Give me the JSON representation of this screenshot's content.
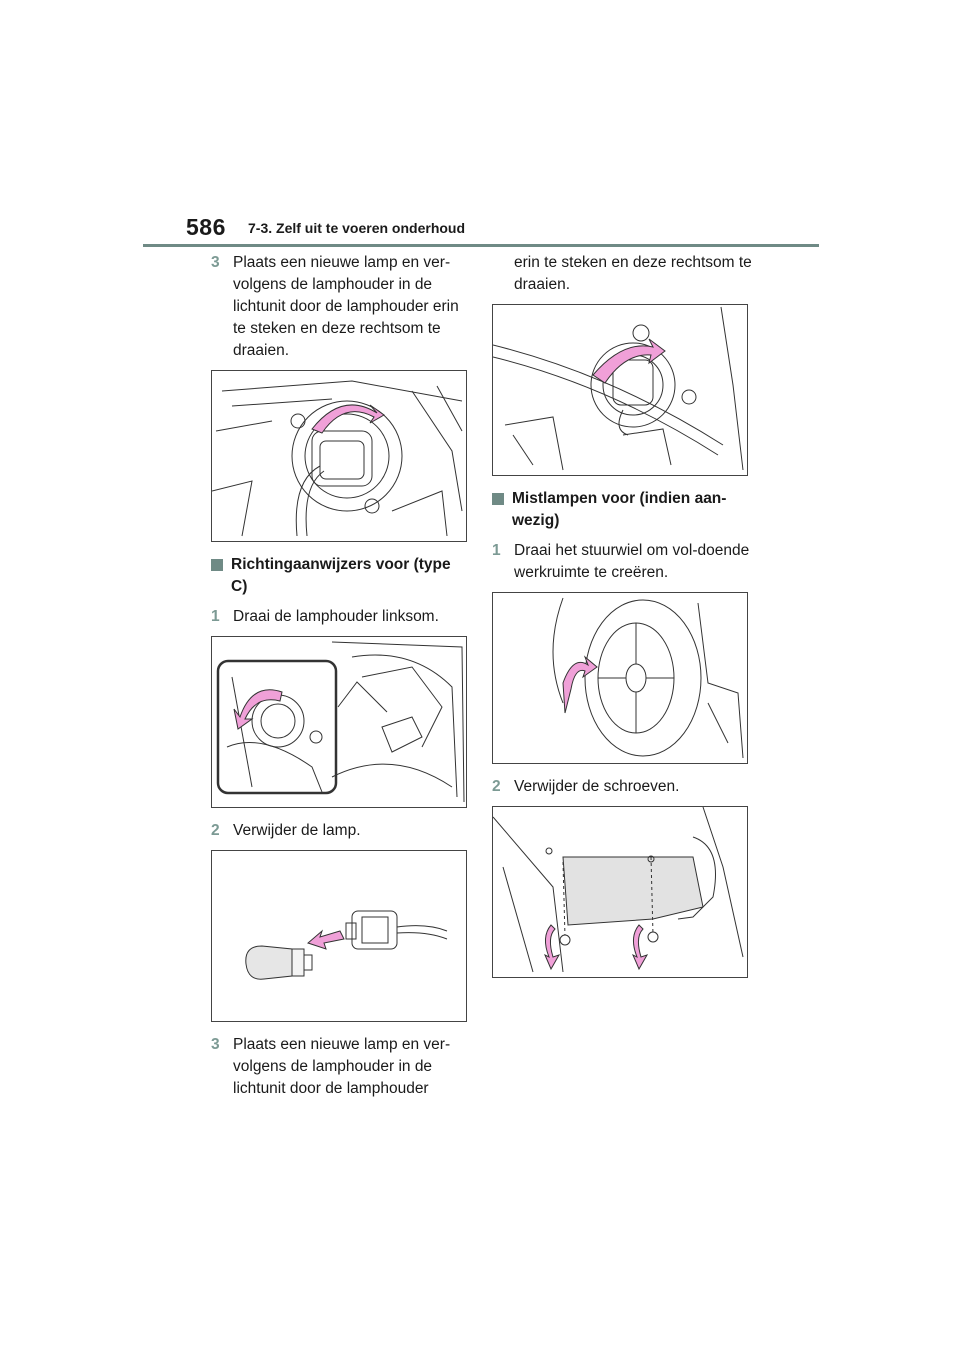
{
  "header": {
    "page_number": "586",
    "section_title": "7-3. Zelf uit te voeren onderhoud"
  },
  "left_column": {
    "step_a": {
      "number": "3",
      "text": "Plaats een nieuwe lamp en ver-volgens de lamphouder in de lichtunit door de lamphouder erin te steken en deze rechtsom te draaien."
    },
    "heading_b": "Richtingaanwijzers voor (type C)",
    "step_c": {
      "number": "1",
      "text": "Draai de lamphouder linksom."
    },
    "step_d": {
      "number": "2",
      "text": "Verwijder de lamp."
    },
    "step_e": {
      "number": "3",
      "text": "Plaats een nieuwe lamp en ver-volgens de lamphouder in de lichtunit door de lamphouder"
    }
  },
  "right_column": {
    "continuation": "erin te steken en deze rechtsom te draaien.",
    "heading_f": "Mistlampen voor (indien aan-wezig)",
    "step_g": {
      "number": "1",
      "text": "Draai het stuurwiel om vol-doende werkruimte te creëren."
    },
    "step_h": {
      "number": "2",
      "text": "Verwijder de schroeven."
    }
  },
  "colors": {
    "accent": "#6f8a85",
    "step_number": "#7c9a94",
    "arrow": "#f0a0d8"
  },
  "icons": [
    "heading-square-icon"
  ]
}
